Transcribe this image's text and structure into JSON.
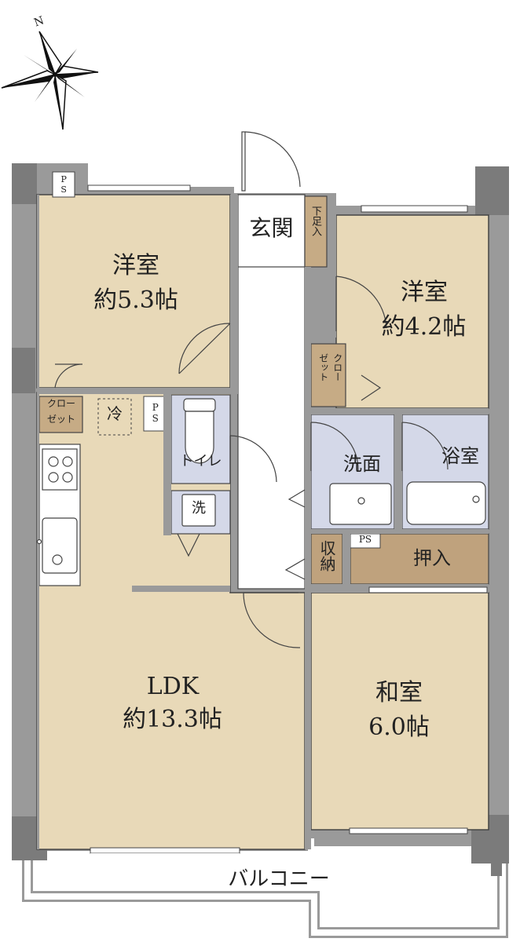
{
  "compass": {
    "north_letter": "N"
  },
  "rooms": {
    "western_room_1": {
      "name": "洋室",
      "size": "約5.3帖"
    },
    "western_room_2": {
      "name": "洋室",
      "size": "約4.2帖"
    },
    "ldk": {
      "name": "LDK",
      "size": "約13.3帖"
    },
    "japanese_room": {
      "name": "和室",
      "size": "6.0帖"
    },
    "entrance": {
      "name": "玄関"
    },
    "shoe_box": {
      "name": "下足入"
    },
    "toilet": {
      "name": "トイレ"
    },
    "washroom": {
      "name": "洗面"
    },
    "bathroom": {
      "name": "浴室"
    },
    "storage": {
      "name": "収納"
    },
    "oshiire": {
      "name": "押入"
    },
    "balcony": {
      "name": "バルコニー"
    }
  },
  "fixtures": {
    "closet_1": {
      "line1": "クロー",
      "line2": "ゼット"
    },
    "closet_2": {
      "line1": "クロー",
      "line2": "ゼット"
    },
    "fridge": "冷",
    "washer": "洗",
    "ps_1": "PS",
    "ps_2": "PS",
    "ps_3": "PS"
  },
  "colors": {
    "floor": "#e8d9b8",
    "wall": "#9a9a9a",
    "wall_dark": "#7b7b7b",
    "wet_area": "#d4d8e8",
    "closet_fill": "#c6ab85",
    "storage_fill": "#bfa27d",
    "line": "#444444"
  }
}
